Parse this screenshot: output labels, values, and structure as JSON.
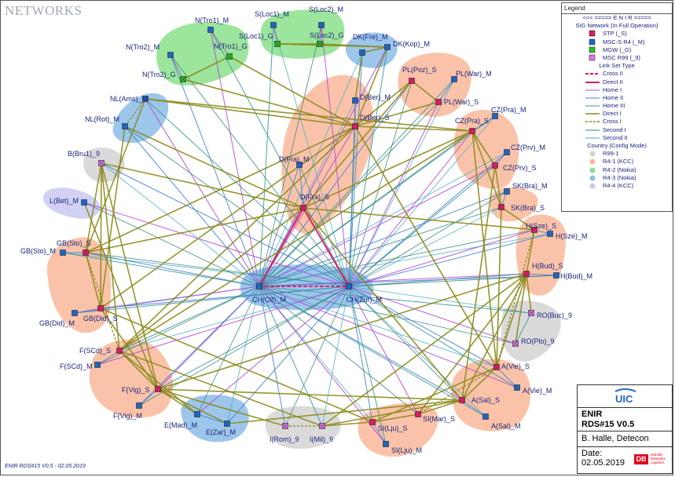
{
  "brand": "NETWORKS",
  "footer_text": "ENIR RDS#15 V0.5 - 02.05.2019",
  "legend": {
    "title": "Legend",
    "rows": [
      {
        "type": "text",
        "text": "<<< ===== E N I R ====="
      },
      {
        "type": "text",
        "text": "SIG Network (In Full Operation)"
      },
      {
        "type": "square",
        "text": "STP (_S)",
        "color": "#d81b60"
      },
      {
        "type": "square",
        "text": "MSC-S R4 (_M)",
        "color": "#1e66c4"
      },
      {
        "type": "square",
        "text": "MGW (_G)",
        "color": "#22c322"
      },
      {
        "type": "square",
        "text": "MSC R99 (_9)",
        "color": "#e070e8"
      },
      {
        "type": "text",
        "text": "Link Set Type"
      },
      {
        "type": "line",
        "text": "Cross II",
        "color": "#d81b60",
        "dash": "4,2",
        "width": 2
      },
      {
        "type": "line",
        "text": "Direct II",
        "color": "#d81b60",
        "dash": "",
        "width": 2
      },
      {
        "type": "line",
        "text": "Home I",
        "color": "#b24bd6",
        "dash": "",
        "width": 1
      },
      {
        "type": "line",
        "text": "Home II",
        "color": "#4682d8",
        "dash": "",
        "width": 1
      },
      {
        "type": "line",
        "text": "Home III",
        "color": "#3a9a9a",
        "dash": "",
        "width": 1
      },
      {
        "type": "line",
        "text": "Direct I",
        "color": "#8a8a1a",
        "dash": "",
        "width": 1.6
      },
      {
        "type": "line",
        "text": "Cross I",
        "color": "#8a8a1a",
        "dash": "3,2",
        "width": 1.4
      },
      {
        "type": "line",
        "text": "Second I",
        "color": "#2f7f6f",
        "dash": "",
        "width": 1
      },
      {
        "type": "line",
        "text": "Second II",
        "color": "#44a8c8",
        "dash": "",
        "width": 1
      },
      {
        "type": "text",
        "text": "Country (Config Mode)"
      },
      {
        "type": "dot",
        "text": "R99-1",
        "color": "#d3d3d3"
      },
      {
        "type": "dot",
        "text": "R4-1 (KCC)",
        "color": "#f9b99a"
      },
      {
        "type": "dot",
        "text": "R4-2 (Nokia)",
        "color": "#8be08b"
      },
      {
        "type": "dot",
        "text": "R4-3 (Nokia)",
        "color": "#8cbce8"
      },
      {
        "type": "dot",
        "text": "R4-4 (KCC)",
        "color": "#c9c9f2"
      }
    ]
  },
  "title_block": {
    "logo": "UIC",
    "line1": "ENIR",
    "line2": "RDS#15  V0.5",
    "author": "B. Halle, Detecon",
    "date_label": "Date:",
    "date_value": "02.05.2019",
    "db_logo": "DB",
    "db_text": [
      "Mobility",
      "Networks",
      "Logistics"
    ]
  },
  "colors": {
    "stp": "#d81b60",
    "msc_r4": "#1e66c4",
    "mgw": "#22c322",
    "msc_r99": "#e070e8",
    "r99_1": "#d3d3d3",
    "r4_1": "#f9b99a",
    "r4_2": "#8be08b",
    "r4_3": "#8cbce8",
    "r4_4": "#c9c9f2",
    "label": "#1a237e",
    "direct1": "#8a8a1a",
    "direct2": "#d81b60",
    "home1": "#b24bd6",
    "home2": "#4682d8",
    "home3": "#3a9a9a",
    "second1": "#2f7f6f",
    "second2": "#44a8c8"
  },
  "nodes": [
    {
      "id": "N(Tro1)_M",
      "type": "M"
    },
    {
      "id": "N(Tro2)_M",
      "type": "M"
    },
    {
      "id": "N(Tro1)_G",
      "type": "G"
    },
    {
      "id": "N(Tro2)_G",
      "type": "G"
    },
    {
      "id": "S(Loc1)_M",
      "type": "M"
    },
    {
      "id": "S(Loc2)_M",
      "type": "M"
    },
    {
      "id": "S(Loc1)_G",
      "type": "G"
    },
    {
      "id": "S(Loc2)_G",
      "type": "G"
    },
    {
      "id": "DK(Fre)_M",
      "type": "M"
    },
    {
      "id": "DK(Kop)_M",
      "type": "M"
    },
    {
      "id": "PL(Poz)_S",
      "type": "S"
    },
    {
      "id": "PL(War)_M",
      "type": "M"
    },
    {
      "id": "PL(War)_S",
      "type": "S"
    },
    {
      "id": "D(Ber)_M",
      "type": "M"
    },
    {
      "id": "D(Ber)_S",
      "type": "S"
    },
    {
      "id": "D(Fra)_M",
      "type": "M"
    },
    {
      "id": "D(Fra)_S",
      "type": "S"
    },
    {
      "id": "CZ(Pra)_M",
      "type": "M"
    },
    {
      "id": "CZ(Pra)_S",
      "type": "S"
    },
    {
      "id": "CZ(Prv)_M",
      "type": "M"
    },
    {
      "id": "CZ(Prv)_S",
      "type": "S"
    },
    {
      "id": "SK(Bra)_M",
      "type": "M"
    },
    {
      "id": "SK(Bra)_S",
      "type": "S"
    },
    {
      "id": "H(Sze)_S",
      "type": "S"
    },
    {
      "id": "H(Sze)_M",
      "type": "M"
    },
    {
      "id": "H(Bud)_S",
      "type": "S"
    },
    {
      "id": "H(Bud)_M",
      "type": "M"
    },
    {
      "id": "RO(Buc)_9",
      "type": "9"
    },
    {
      "id": "RO(Plo)_9",
      "type": "9"
    },
    {
      "id": "A(Vie)_S",
      "type": "S"
    },
    {
      "id": "A(Vie)_M",
      "type": "M"
    },
    {
      "id": "A(Sal)_S",
      "type": "S"
    },
    {
      "id": "A(Sal)_M",
      "type": "M"
    },
    {
      "id": "SI(Mar)_S",
      "type": "S"
    },
    {
      "id": "SI(Lju)_S",
      "type": "S"
    },
    {
      "id": "SI(Lju)_M",
      "type": "M"
    },
    {
      "id": "I(Rom)_9",
      "type": "9"
    },
    {
      "id": "I(Mil)_9",
      "type": "9"
    },
    {
      "id": "E(Mad)_M",
      "type": "M"
    },
    {
      "id": "E(Zar)_M",
      "type": "M"
    },
    {
      "id": "F(Vig)_S",
      "type": "S"
    },
    {
      "id": "F(Vig)_M",
      "type": "M"
    },
    {
      "id": "F(SCd)_S",
      "type": "S"
    },
    {
      "id": "F(SCd)_M",
      "type": "M"
    },
    {
      "id": "GB(Did)_S",
      "type": "S"
    },
    {
      "id": "GB(Did)_M",
      "type": "M"
    },
    {
      "id": "GB(Sto)_S",
      "type": "S"
    },
    {
      "id": "GB(Sto)_M",
      "type": "M"
    },
    {
      "id": "L(Bet)_M",
      "type": "M"
    },
    {
      "id": "B(Bru1)_9",
      "type": "9"
    },
    {
      "id": "NL(Ams)_M",
      "type": "M"
    },
    {
      "id": "NL(Rot)_M",
      "type": "M"
    },
    {
      "id": "CH(Olt)_M",
      "type": "M"
    },
    {
      "id": "CH(Zur)_M",
      "type": "M"
    }
  ]
}
